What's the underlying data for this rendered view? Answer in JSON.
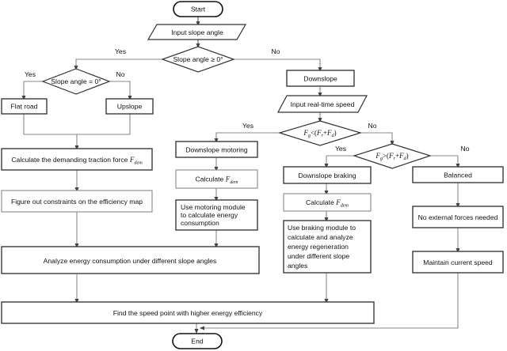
{
  "chart_data": {
    "type": "diagram",
    "title": "Energy efficiency flowchart for slope-based vehicle speed analysis",
    "diagram_kind": "flowchart",
    "nodes": [
      {
        "id": "start",
        "shape": "terminator",
        "label": "Start"
      },
      {
        "id": "input_slope",
        "shape": "parallelogram",
        "label": "Input slope angle"
      },
      {
        "id": "d_slope_ge0",
        "shape": "diamond",
        "label": "Slope angle ≥ 0°"
      },
      {
        "id": "d_slope_eq0",
        "shape": "diamond",
        "label": "Slope angle = 0°"
      },
      {
        "id": "flat_road",
        "shape": "process",
        "label": "Flat road"
      },
      {
        "id": "upslope",
        "shape": "process",
        "label": "Upslope"
      },
      {
        "id": "calc_fdem",
        "shape": "process",
        "label": "Calculate the demanding traction force F",
        "label_sub": "dem"
      },
      {
        "id": "constraints",
        "shape": "process",
        "label": "Figure out constraints on the efficiency map"
      },
      {
        "id": "downslope",
        "shape": "process",
        "label": "Downslope"
      },
      {
        "id": "input_speed",
        "shape": "parallelogram",
        "label": "Input real-time speed"
      },
      {
        "id": "d_fg_lt",
        "shape": "diamond",
        "label": "Fg < (Fr + Fd)"
      },
      {
        "id": "d_fg_gt",
        "shape": "diamond",
        "label": "Fg > (Fr + Fd)"
      },
      {
        "id": "ds_motoring",
        "shape": "process",
        "label": "Downslope motoring"
      },
      {
        "id": "calc_fdem_m",
        "shape": "process",
        "label": "Calculate F",
        "label_sub": "dem"
      },
      {
        "id": "motoring_mod",
        "shape": "process",
        "label": "Use motoring module to calculate energy consumption"
      },
      {
        "id": "ds_braking",
        "shape": "process",
        "label": "Downslope braking"
      },
      {
        "id": "calc_fdem_b",
        "shape": "process",
        "label": "Calculate F",
        "label_sub": "dem"
      },
      {
        "id": "braking_mod",
        "shape": "process",
        "label": "Use braking module to calculate and analyze energy regeneration under different slope angles"
      },
      {
        "id": "balanced",
        "shape": "process",
        "label": "Balanced"
      },
      {
        "id": "no_ext",
        "shape": "process",
        "label": "No external forces needed"
      },
      {
        "id": "maintain",
        "shape": "process",
        "label": "Maintain current speed"
      },
      {
        "id": "analyze",
        "shape": "process",
        "label": "Analyze energy consumption under different slope angles"
      },
      {
        "id": "find_speed",
        "shape": "process",
        "label": "Find the speed point with higher energy efficiency"
      },
      {
        "id": "end",
        "shape": "terminator",
        "label": "End"
      }
    ],
    "edge_labels": {
      "slope_ge0_yes": "Yes",
      "slope_ge0_no": "No",
      "slope_eq0_yes": "Yes",
      "slope_eq0_no": "No",
      "fg_lt_yes": "Yes",
      "fg_lt_no": "No",
      "fg_gt_yes": "Yes",
      "fg_gt_no": "No"
    },
    "formulas": {
      "fg_lt": {
        "lhs": "F",
        "lhs_sub": "g",
        "op": "<",
        "open": "(",
        "t1": "F",
        "t1_sub": "r",
        "plus": "+",
        "t2": "F",
        "t2_sub": "d",
        "close": ")"
      },
      "fg_gt": {
        "lhs": "F",
        "lhs_sub": "g",
        "op": ">",
        "open": "(",
        "t1": "F",
        "t1_sub": "r",
        "plus": "+",
        "t2": "F",
        "t2_sub": "d",
        "close": ")"
      }
    },
    "lines": {
      "motoring_mod": [
        "Use motoring module",
        "to calculate energy",
        "consumption"
      ],
      "braking_mod": [
        "Use braking module to",
        "calculate and analyze",
        "energy regeneration",
        "under different slope",
        "angles"
      ]
    },
    "colors": {
      "background": "#ffffff",
      "node_stroke": "#3a3a3a",
      "edge_stroke": "#8a8a8a",
      "text": "#111111"
    }
  },
  "nodes": {
    "start": "Start",
    "input_slope": "Input slope angle",
    "d_slope_ge0": "Slope angle ≥ 0°",
    "d_slope_eq0": "Slope angle = 0°",
    "flat_road": "Flat road",
    "upslope": "Upslope",
    "calc_fdem_main": "Calculate the demanding traction force ",
    "calc_fdem_f": "F",
    "calc_fdem_sub": "dem",
    "constraints": "Figure out constraints on the efficiency map",
    "downslope": "Downslope",
    "input_speed": "Input real-time speed",
    "ds_motoring": "Downslope motoring",
    "calc_label": "Calculate ",
    "calc_f": "F",
    "calc_sub": "dem",
    "motoring_l1": "Use motoring module",
    "motoring_l2": "to calculate energy",
    "motoring_l3": "consumption",
    "ds_braking": "Downslope braking",
    "braking_l1": "Use braking module to",
    "braking_l2": "calculate and analyze",
    "braking_l3": "energy regeneration",
    "braking_l4": "under different slope",
    "braking_l5": "angles",
    "balanced": "Balanced",
    "no_ext": "No external forces needed",
    "maintain": "Maintain current speed",
    "analyze": "Analyze energy consumption under different slope angles",
    "find_speed": "Find the speed point with higher energy efficiency",
    "end": "End"
  },
  "edge_labels": {
    "ge0_yes": "Yes",
    "ge0_no": "No",
    "eq0_yes": "Yes",
    "eq0_no": "No",
    "lt_yes": "Yes",
    "lt_no": "No",
    "gt_yes": "Yes",
    "gt_no": "No"
  },
  "formula_parts": {
    "F": "F",
    "g": "g",
    "r": "r",
    "d": "d",
    "lt": "<",
    "gt": ">",
    "open": "(",
    "close": ")",
    "plus": "+"
  }
}
